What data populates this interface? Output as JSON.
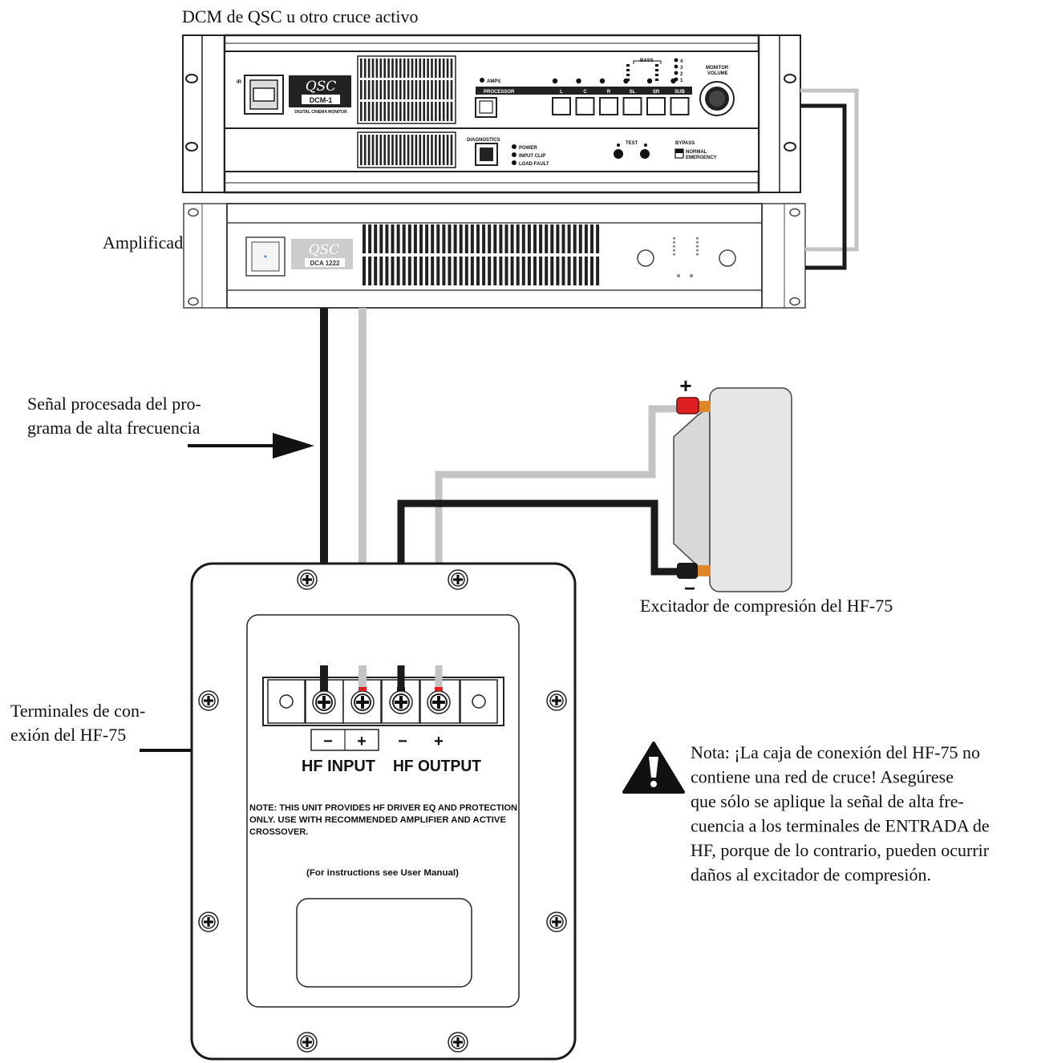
{
  "labels": {
    "crossover": "DCM de QSC u otro cruce activo",
    "amplifier": "Amplificador",
    "signal_line1": "Señal procesada del pro-",
    "signal_line2": "grama de alta frecuencia",
    "terminals_line1": "Terminales de con-",
    "terminals_line2": "exión del HF-75",
    "driver": "Excitador de compresión del HF-75",
    "note_lines": [
      "Nota: ¡La caja de conexión del HF-75 no",
      "contiene una red de cruce! Asegúrese",
      "que sólo se aplique la señal de alta fre-",
      "cuencia a los terminales de ENTRADA de",
      "HF, porque de lo contrario, pueden ocurrir",
      "daños al excitador de compresión."
    ]
  },
  "dcm": {
    "logo": "QSC",
    "model": "DCM-1",
    "subtitle": "DIGITAL CINEMA MONITOR",
    "ir": "IR",
    "amps": "AMPS",
    "processor": "PROCESSOR",
    "channels": [
      "L",
      "C",
      "R",
      "SL",
      "SR",
      "SUB"
    ],
    "bass": "BASS",
    "led_nums": [
      "4",
      "3",
      "2",
      "1"
    ],
    "monitor_line1": "MONITOR",
    "monitor_line2": "VOLUME",
    "diagnostics": "DIAGNOSTICS",
    "status": [
      "POWER",
      "INPUT CLIP",
      "LOAD FAULT"
    ],
    "test": "TEST",
    "bypass": "BYPASS",
    "bypass_modes": [
      "NORMAL",
      "EMERGENCY"
    ]
  },
  "amp": {
    "logo": "QSC",
    "model": "DCA 1222"
  },
  "plate": {
    "sign_minus": "−",
    "sign_plus": "+",
    "hf_input": "HF INPUT",
    "hf_output": "HF OUTPUT",
    "note_lines": [
      "NOTE: THIS UNIT PROVIDES HF DRIVER EQ AND PROTECTION",
      "ONLY. USE WITH RECOMMENDED AMPLIFIER AND ACTIVE",
      "CROSSOVER."
    ],
    "instructions": "(For instructions see User Manual)"
  },
  "driver_polarity": {
    "plus": "+",
    "minus": "−"
  },
  "colors": {
    "black_wire": "#1a1a1a",
    "gray_wire": "#c4c4c4",
    "red_terminal": "#e02020",
    "orange_terminal": "#e0862a",
    "driver_fill": "#e6e6e6"
  }
}
